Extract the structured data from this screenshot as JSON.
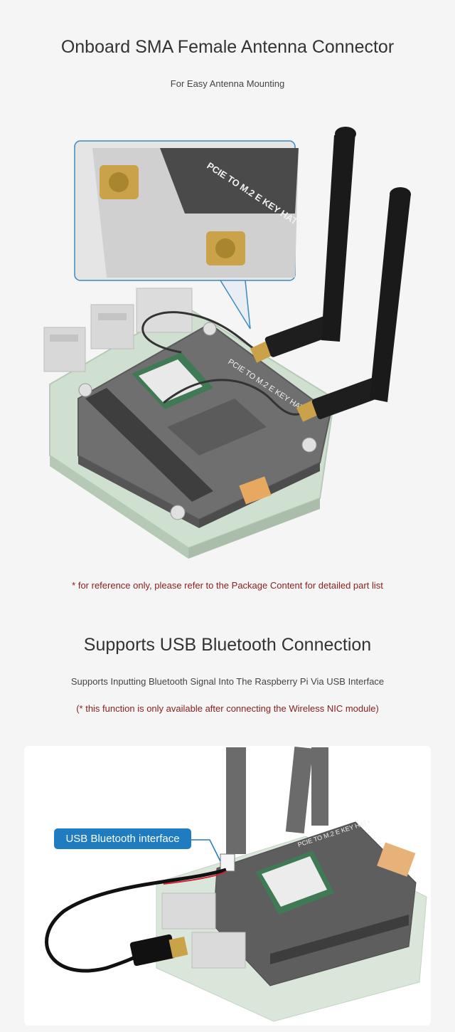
{
  "section1": {
    "title": "Onboard SMA Female Antenna Connector",
    "subtitle": "For Easy Antenna Mounting",
    "zoom_board_label": "PCIE TO M.2 E KEY HAT+",
    "module_label": "PCIE TO M.2 E KEY HAT+",
    "footnote": "* for reference only, please refer to the Package Content for detailed part list"
  },
  "section2": {
    "title": "Supports USB Bluetooth Connection",
    "subtitle": "Supports Inputting Bluetooth Signal Into The Raspberry Pi Via USB Interface",
    "note": "(* this function is only available after connecting the Wireless NIC module)",
    "callout": "USB Bluetooth interface",
    "module_label": "PCIE TO M.2 E KEY HAT+"
  },
  "colors": {
    "accent_blue": "#1f7cc0",
    "note_red": "#8a2020",
    "antenna_black": "#1a1a1a",
    "sma_gold": "#c9a24a"
  }
}
